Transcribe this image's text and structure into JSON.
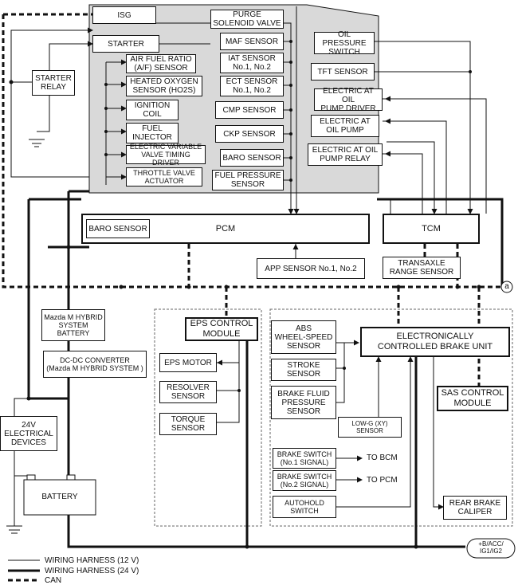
{
  "boxes": {
    "isg": "ISG",
    "starter": "STARTER",
    "starter_relay": "STARTER\nRELAY",
    "af_sensor": "AIR FUEL RATIO\n(A/F) SENSOR",
    "ho2s": "HEATED OXYGEN\nSENSOR (HO2S)",
    "ignition_coil": "IGNITION\nCOIL",
    "fuel_injector": "FUEL\nINJECTOR",
    "evvt": "ELECTRIC VARIABLE\nVALVE TIMING DRIVER",
    "throttle": "THROTTLE VALVE\nACTUATOR",
    "purge": "PURGE\nSOLENOID VALVE",
    "maf": "MAF SENSOR",
    "iat": "IAT SENSOR\nNo.1, No.2",
    "ect": "ECT SENSOR\nNo.1, No.2",
    "cmp": "CMP SENSOR",
    "ckp": "CKP SENSOR",
    "baro_top": "BARO SENSOR",
    "fuel_pressure": "FUEL PRESSURE\nSENSOR",
    "oil_pressure": "OIL PRESSURE\nSWITCH",
    "tft": "TFT SENSOR",
    "oil_pump_driver": "ELECTRIC AT OIL\nPUMP DRIVER",
    "oil_pump": "ELECTRIC AT\nOIL PUMP",
    "oil_pump_relay": "ELECTRIC AT OIL\nPUMP RELAY",
    "pcm": "PCM",
    "baro_pcm": "BARO SENSOR",
    "tcm": "TCM",
    "app": "APP SENSOR No.1, No.2",
    "transaxle": "TRANSAXLE\nRANGE SENSOR",
    "mhev_battery": "Mazda M HYBRID\nSYSTEM\nBATTERY",
    "dcdc": "DC-DC CONVERTER\n(Mazda M HYBRID SYSTEM )",
    "eps_module": "EPS CONTROL\nMODULE",
    "eps_motor": "EPS MOTOR",
    "resolver": "RESOLVER\nSENSOR",
    "torque": "TORQUE\nSENSOR",
    "abs": "ABS\nWHEEL-SPEED\nSENSOR",
    "stroke": "STROKE\nSENSOR",
    "brake_fluid": "BRAKE FLUID\nPRESSURE\nSENSOR",
    "ecbu": "ELECTRONICALLY\nCONTROLLED BRAKE UNIT",
    "sas": "SAS CONTROL\nMODULE",
    "low_g": "LOW-G (XY)\nSENSOR",
    "brake_sw1": "BRAKE SWITCH\n(No.1 SIGNAL)",
    "brake_sw2": "BRAKE SWITCH\n(No.2 SIGNAL)",
    "autohold": "AUTOHOLD\nSWITCH",
    "rear_caliper": "REAR BRAKE\nCALIPER",
    "devices_24v": "24V\nELECTRICAL\nDEVICES",
    "battery": "BATTERY",
    "power_terminal": "+B/ACC/\nIG1/IG2"
  },
  "labels": {
    "to_bcm": "TO BCM",
    "to_pcm": "TO PCM",
    "connector_a": "a"
  },
  "legend": {
    "wire_12v": "WIRING HARNESS (12 V)",
    "wire_24v": "WIRING HARNESS (24 V)",
    "can": "CAN"
  },
  "colors": {
    "panel_gray": "#d9d9d9",
    "line": "#111111"
  }
}
